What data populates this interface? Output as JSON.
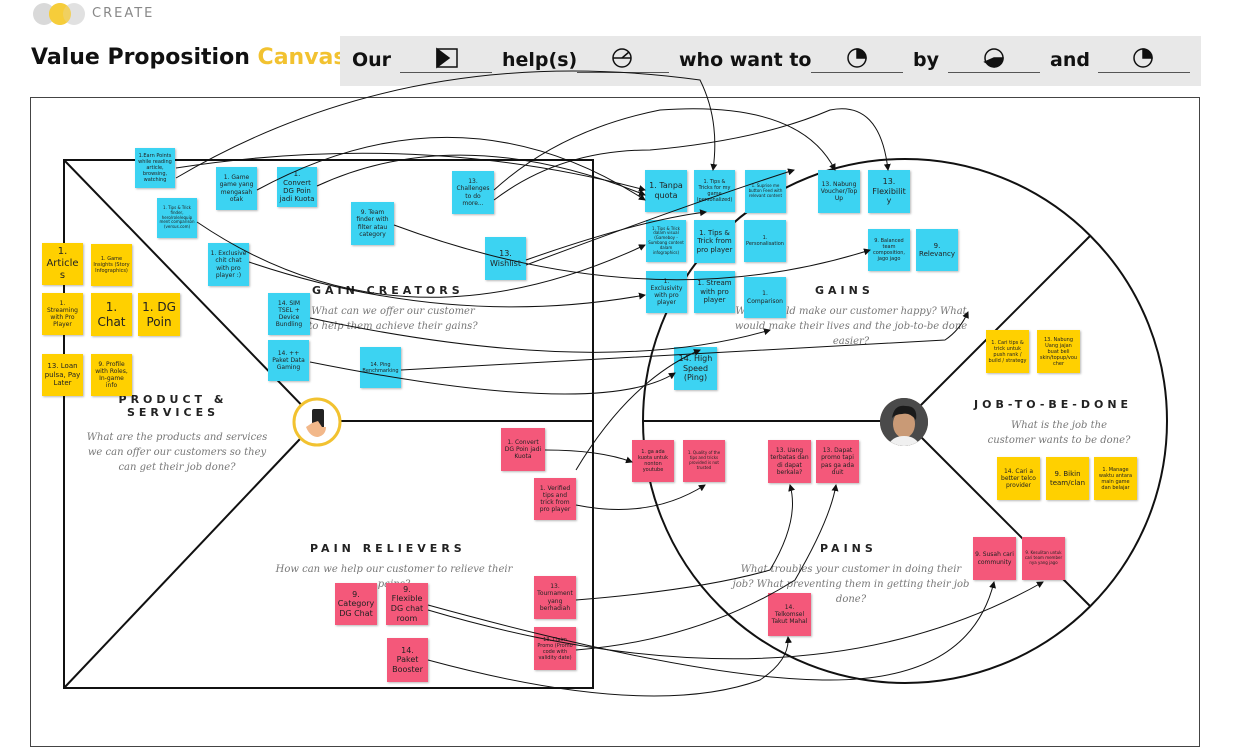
{
  "header": {
    "create_label": "CREATE",
    "title_main": "Value Proposition",
    "title_accent": "Canvas"
  },
  "statement": {
    "our": "Our",
    "helps": "help(s)",
    "who_want_to": "who want to",
    "by": "by",
    "and": "and"
  },
  "colors": {
    "blue": "#3cd3f2",
    "yellow": "#ffd000",
    "pink": "#f4587a",
    "accent": "#f2c230",
    "bar": "#e8e8e8"
  },
  "sections": {
    "gain_creators": {
      "heading": "GAIN CREATORS",
      "question": "What can we offer our customer to help them achieve their gains?"
    },
    "products": {
      "heading": "PRODUCT & SERVICES",
      "question": "What are the products and services we can offer our customers so they can get their job done?"
    },
    "pain_relievers": {
      "heading": "PAIN RELIEVERS",
      "question": "How can we help our customer to relieve their pains?"
    },
    "gains": {
      "heading": "GAINS",
      "question": "What would make our customer happy? What would make their lives and the job-to-be done easier?"
    },
    "job": {
      "heading": "JOB-TO-BE-DONE",
      "question": "What is the job the customer wants to be done?"
    },
    "pains": {
      "heading": "PAINS",
      "question": "What troubles your customer in doing their job? What preventing them in getting their job done?"
    }
  },
  "notes": {
    "products": [
      "1. Articles",
      "1. Game Insights (Story Infographics)",
      "1. Streaming with Pro Player",
      "1. Chat",
      "1. DG Poin",
      "13. Loan pulsa, Pay Later",
      "9. Profile with Roles, In-game info"
    ],
    "gain_creators": [
      "1.Earn Points while reading article, browsing, watching",
      "1. Game game yang mengasah otak",
      "1. Convert DG Poin jadi Kuota",
      "1. Tips & Trick finder, hero/role/equip ment comparison (versus.com)",
      "1. Exclusive chit chat with pro player :)",
      "13. Challenges to do more...",
      "9. Team finder with filter atau category",
      "13. Wishlist",
      "14. SIM TSEL + Device Bundling",
      "14. ++ Paket Data Gaming",
      "14. Ping Benchmarking"
    ],
    "pain_relievers": [
      "1. Convert DG Poin jadi Kuota",
      "1. Verified tips and trick from pro player",
      "9. Category DG Chat",
      "9. Flexible DG chat room",
      "13. Tournament yang berhadiah",
      "13. Claim Promo (Promo code with validity date)",
      "14. Paket Booster"
    ],
    "gains": [
      "1. Tanpa quota",
      "1. Tips & Tricks for my game (personalized)",
      "1. Suprise me button Feed with relevant content",
      "13. Nabung Voucher/Top Up",
      "13. Flexibility",
      "1. Tips & Trick dalam visual (Gameboy - Sumbang content dalam infographics)",
      "1. Tips & Trick from pro player",
      "1. Personalisation",
      "9. Balanced team composition, jago jago",
      "9. Relevancy",
      "1. Exclusivity with pro player",
      "1. Stream with pro player",
      "1. Comparison",
      "14. High Speed (Ping)"
    ],
    "jobs": [
      "1. Cari tips & trick untuk push rank / build / strategy",
      "13. Nabung Uang jajan buat beli skin/topup/voucher",
      "14. Cari a better telco provider",
      "9. Bikin team/clan",
      "1. Manage waktu antara main game dan belajar"
    ],
    "pains": [
      "1. ga ada kuota untuk nonton youtube",
      "1. Quality of the tips and tricks provided is not trusted",
      "13. Uang terbatas dan di dapat berkala?",
      "13. Dapat promo tapi pas ga ada duit",
      "14. Telkomsel Takut Mahal",
      "9. Susah cari community",
      "9. Kesulitan untuk cari team member nya yang jago"
    ]
  }
}
